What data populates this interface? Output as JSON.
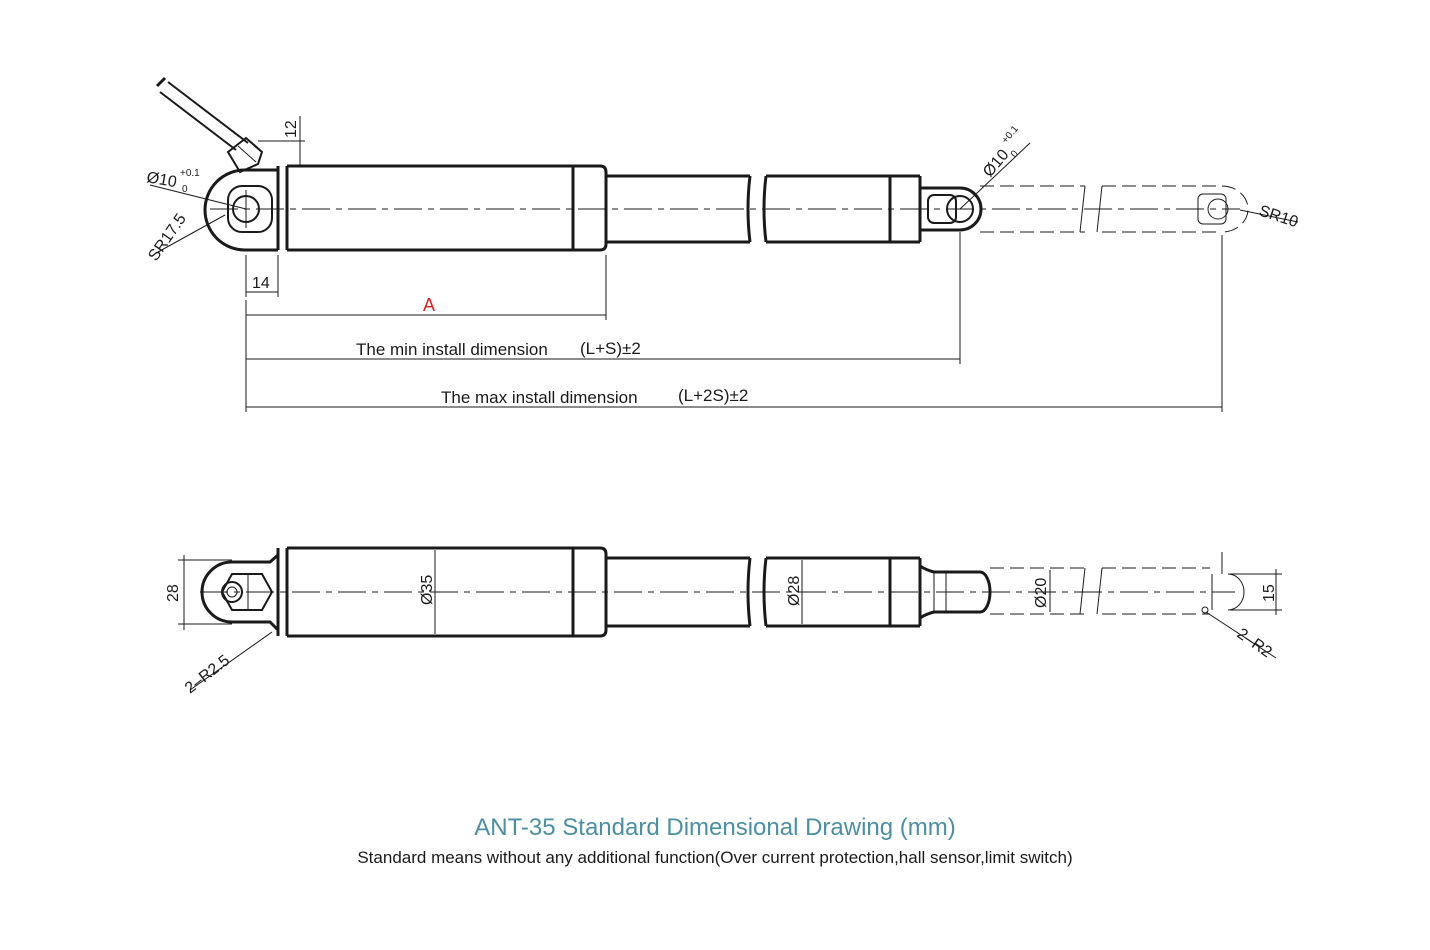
{
  "colors": {
    "line": "#1a1a1a",
    "accent_label": "#e02020",
    "title": "#4a90a4"
  },
  "top_view": {
    "dim_height": "12",
    "dim_hole_left": "Ø10",
    "dim_hole_left_tol_upper": "+0.1",
    "dim_hole_left_tol_lower": "0",
    "dim_radius_left": "SR17.5",
    "dim_offset": "14",
    "dim_A": "A",
    "dim_hole_right": "Ø10",
    "dim_hole_right_tol_upper": "+0.1",
    "dim_hole_right_tol_lower": "0",
    "dim_radius_right": "SR10",
    "min_install_label": "The min install dimension",
    "min_install_formula": "(L+S)±2",
    "max_install_label": "The max install dimension",
    "max_install_formula": "(L+2S)±2"
  },
  "side_view": {
    "dim_clevis": "28",
    "dim_corner_left": "2–R2.5",
    "dim_body": "Ø35",
    "dim_tube": "Ø28",
    "dim_rod": "Ø20",
    "dim_tip": "15",
    "dim_corner_right": "2–R2"
  },
  "caption": {
    "title": "ANT-35  Standard Dimensional Drawing (mm)",
    "subtitle": "Standard means without any additional function(Over current protection,hall sensor,limit switch)"
  }
}
